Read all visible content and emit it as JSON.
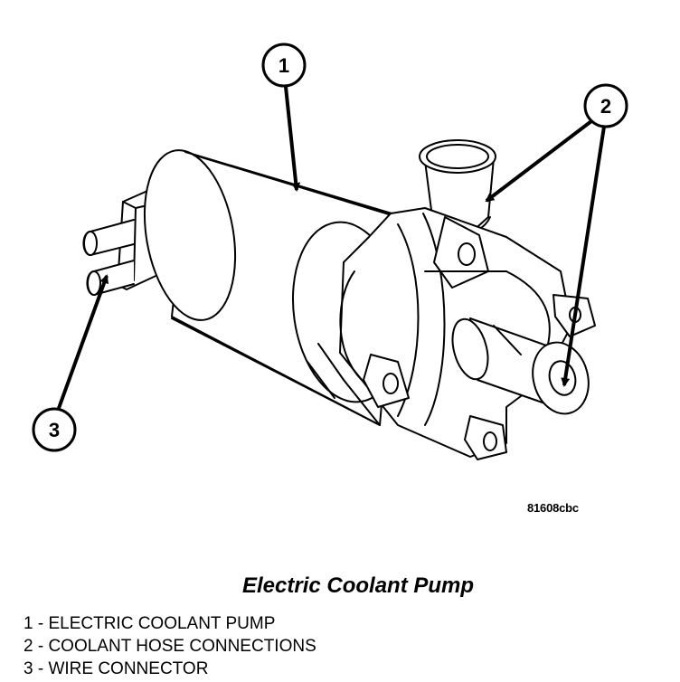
{
  "diagram": {
    "callouts": [
      "1",
      "2",
      "3"
    ],
    "figure_code": "81608cbc",
    "title": "Electric Coolant Pump",
    "legend": [
      "1 - ELECTRIC COOLANT PUMP",
      "2 - COOLANT HOSE CONNECTIONS",
      "3 - WIRE CONNECTOR"
    ]
  }
}
